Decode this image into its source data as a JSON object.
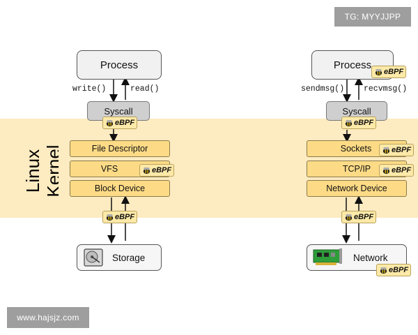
{
  "watermark_top": "TG: MYYJJPP",
  "watermark_bottom": "www.hajsjz.com",
  "kernel_label": [
    "Linux",
    "Kernel"
  ],
  "ebpf_label": "eBPF",
  "left_stack": {
    "process": "Process",
    "write_label": "write()",
    "read_label": "read()",
    "syscall": "Syscall",
    "layers": [
      "File Descriptor",
      "VFS",
      "Block Device"
    ],
    "device": "Storage"
  },
  "right_stack": {
    "process": "Process",
    "send_label": "sendmsg()",
    "recv_label": "recvmsg()",
    "syscall": "Syscall",
    "layers": [
      "Sockets",
      "TCP/IP",
      "Network Device"
    ],
    "device": "Network"
  },
  "colors": {
    "kernel_band": "#fdebc1",
    "layer_fill": "#fddb86",
    "ebpf_fill": "#fde9a8",
    "syscall_fill": "#cfcfcf"
  },
  "icons": [
    "bee-icon",
    "hard-drive-icon",
    "network-card-icon"
  ]
}
